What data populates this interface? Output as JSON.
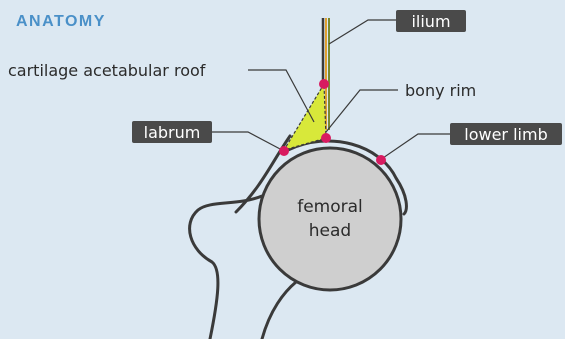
{
  "title": "ANATOMY",
  "labels": {
    "ilium": "ilium",
    "cartilage": "cartilage acetabular roof",
    "bony_rim": "bony rim",
    "labrum": "labrum",
    "lower_limb": "lower limb",
    "femoral_head_line1": "femoral",
    "femoral_head_line2": "head"
  },
  "colors": {
    "background": "#dce8f2",
    "title": "#4a90c8",
    "tag": "#4a4a4a",
    "cartilage": "#d8e83a",
    "marker": "#d81b60",
    "bone_fill": "#cfcfcf",
    "outline": "#3a3a3a"
  }
}
